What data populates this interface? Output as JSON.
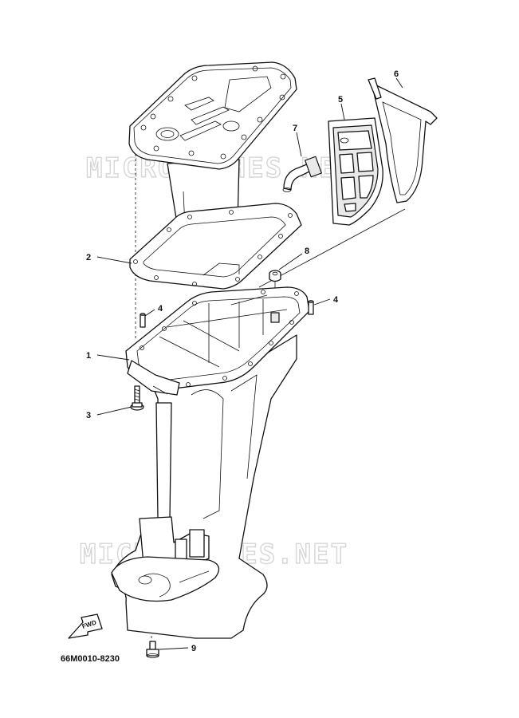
{
  "watermark": {
    "text_top": "MICROFICHES.NET",
    "text_bottom": "MICROFICHES.NET"
  },
  "fwd_label": "FWD",
  "part_code": "66M0010-8230",
  "callouts": [
    {
      "id": "c1",
      "label": "1"
    },
    {
      "id": "c2",
      "label": "2"
    },
    {
      "id": "c3",
      "label": "3"
    },
    {
      "id": "c4a",
      "label": "4"
    },
    {
      "id": "c4b",
      "label": "4"
    },
    {
      "id": "c5",
      "label": "5"
    },
    {
      "id": "c6",
      "label": "6"
    },
    {
      "id": "c7",
      "label": "7"
    },
    {
      "id": "c8",
      "label": "8"
    },
    {
      "id": "c9",
      "label": "9"
    }
  ]
}
